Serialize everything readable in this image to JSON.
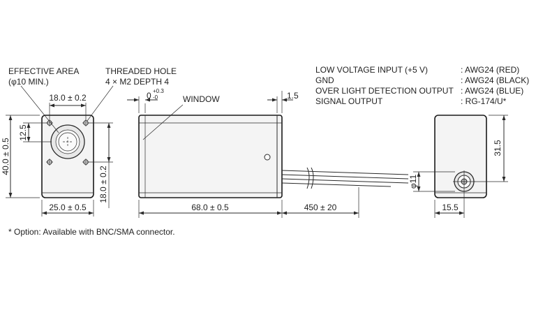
{
  "labels": {
    "effective_area": "EFFECTIVE AREA",
    "effective_area_sub": "(φ10 MIN.)",
    "threaded_hole": "THREADED HOLE",
    "threaded_hole_sub": "4 × M2 DEPTH 4",
    "window": "WINDOW",
    "footnote": "* Option: Available with BNC/SMA connector."
  },
  "wiring": [
    {
      "signal": "LOW VOLTAGE INPUT (+5 V)",
      "cable": ": AWG24 (RED)"
    },
    {
      "signal": "GND",
      "cable": ": AWG24 (BLACK)"
    },
    {
      "signal": "OVER LIGHT DETECTION OUTPUT",
      "cable": ": AWG24 (BLUE)"
    },
    {
      "signal": "SIGNAL OUTPUT",
      "cable": ": RG-174/U*"
    }
  ],
  "dimensions": {
    "hole_pitch_h": "18.0 ± 0.2",
    "hole_offset_v": "12.5",
    "height": "40.0 ± 0.5",
    "hole_pitch_v": "18.0 ± 0.2",
    "width": "25.0 ± 0.5",
    "window_tol_base": "0",
    "window_tol_plus": "+0.3",
    "window_tol_minus": "-0",
    "recess": "1.5",
    "length": "68.0 ± 0.5",
    "cable_length": "450 ± 20",
    "connector_dia": "φ11",
    "rear_height": "31.5",
    "rear_offset": "15.5"
  }
}
